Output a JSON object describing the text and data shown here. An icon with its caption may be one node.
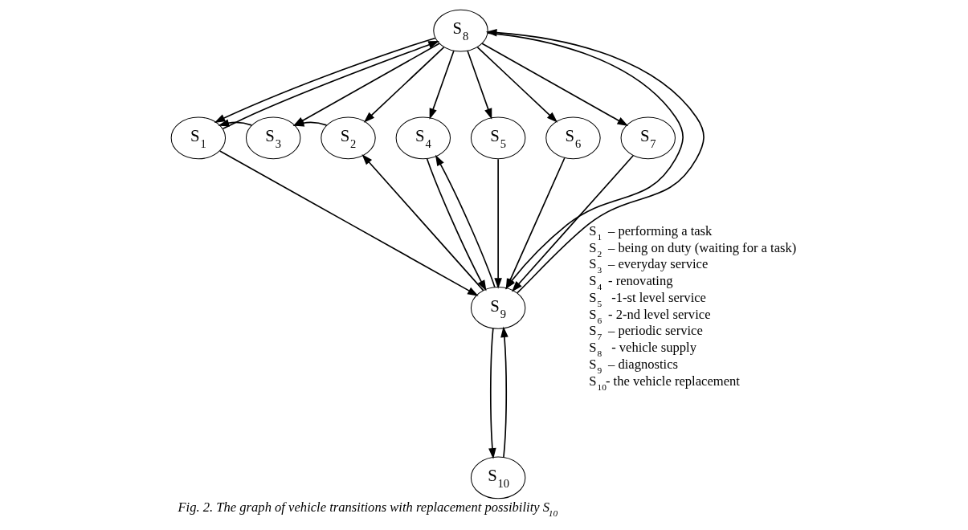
{
  "diagram": {
    "caption": "Fig. 2. The graph of vehicle transitions with replacement possibility S$_{10}$",
    "nodes": [
      {
        "text": [
          "S$_{8}$"
        ]
      },
      {
        "text": [
          "S$_{1}$"
        ]
      },
      {
        "text": [
          "S$_{3}$"
        ]
      },
      {
        "text": [
          "S$_{2}$"
        ]
      },
      {
        "text": [
          "S$_{4}$"
        ]
      },
      {
        "text": [
          "S$_{5}$"
        ]
      },
      {
        "text": [
          "S$_{6}$"
        ]
      },
      {
        "text": [
          "S$_{7}$"
        ]
      },
      {
        "text": [
          "S$_{9}$"
        ]
      },
      {
        "text": [
          "S$_{10}$"
        ]
      }
    ],
    "edges": [
      {
        "from": 0,
        "to": 1,
        "arrow": "to"
      },
      {
        "from": 1,
        "to": 0,
        "arrow": "to"
      },
      {
        "from": 0,
        "to": 2,
        "arrow": "to"
      },
      {
        "from": 0,
        "to": 3,
        "arrow": "to"
      },
      {
        "from": 2,
        "to": 1,
        "arrow": "to"
      },
      {
        "from": 3,
        "to": 2,
        "arrow": "to"
      },
      {
        "from": 0,
        "to": 8,
        "arrow": "to"
      },
      {
        "from": 8,
        "to": 0,
        "arrow": "to"
      },
      {
        "from": 0,
        "to": 4,
        "arrow": "to"
      },
      {
        "from": 0,
        "to": 5,
        "arrow": "to"
      },
      {
        "from": 0,
        "to": 6,
        "arrow": "to"
      },
      {
        "from": 0,
        "to": 7,
        "arrow": "to"
      },
      {
        "from": 1,
        "to": 8,
        "arrow": "to"
      },
      {
        "from": 8,
        "to": 3,
        "arrow": "to"
      },
      {
        "from": 4,
        "to": 8,
        "arrow": "to"
      },
      {
        "from": 8,
        "to": 4,
        "arrow": "to"
      },
      {
        "from": 5,
        "to": 8,
        "arrow": "to"
      },
      {
        "from": 6,
        "to": 8,
        "arrow": "to"
      },
      {
        "from": 7,
        "to": 8,
        "arrow": "to"
      },
      {
        "from": 9,
        "to": 8,
        "arrow": "to"
      },
      {
        "from": 8,
        "to": 9,
        "arrow": "to"
      }
    ],
    "labels": [
      "S$_{1}$ – performing a task",
      "S$_{2}$ – being on duty (waiting for a task)",
      "S$_{3}$ – everyday service",
      "S$_{4}$ - renovating",
      "S$_{5}$  -1-st level service",
      "S$_{6}$ - 2-nd level service",
      "S$_{7}$ – periodic service",
      "S$_{8}$  - vehicle supply",
      "S$_{9}$ – diagnostics",
      "S$_{10}$- the vehicle replacement"
    ]
  }
}
